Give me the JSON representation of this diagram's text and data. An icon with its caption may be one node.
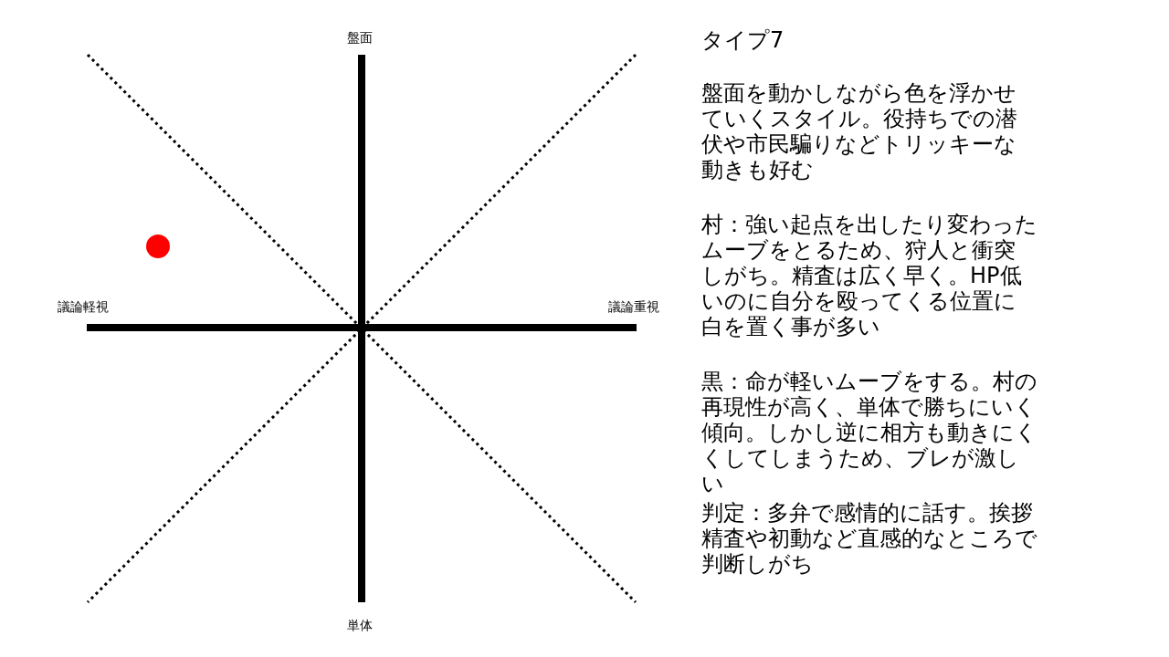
{
  "diagram": {
    "title": "タイプ7",
    "labels": [
      "盤面",
      "議論軽視",
      "議論重視",
      "単体",
      "盤面を動かしながら色を浮かせていくスタイル。役持ちでの潜伏や市民騙りなどトリッキーな動きも好む",
      "村：強い起点を出したり変わったムーブをとるため、狩人と衝突しがち。精査は広く早く。HP低いのに自分を殴ってくる位置に白を置く事が多い",
      "黒：命が軽いムーブをする。村の再現性が高く、単体で勝ちにいく傾向。しかし逆に相方も動きにくくしてしまうため、ブレが激しい",
      "判定：多弁で感情的に話す。挨拶精査や初動など直感的なところで判断しがち"
    ]
  }
}
